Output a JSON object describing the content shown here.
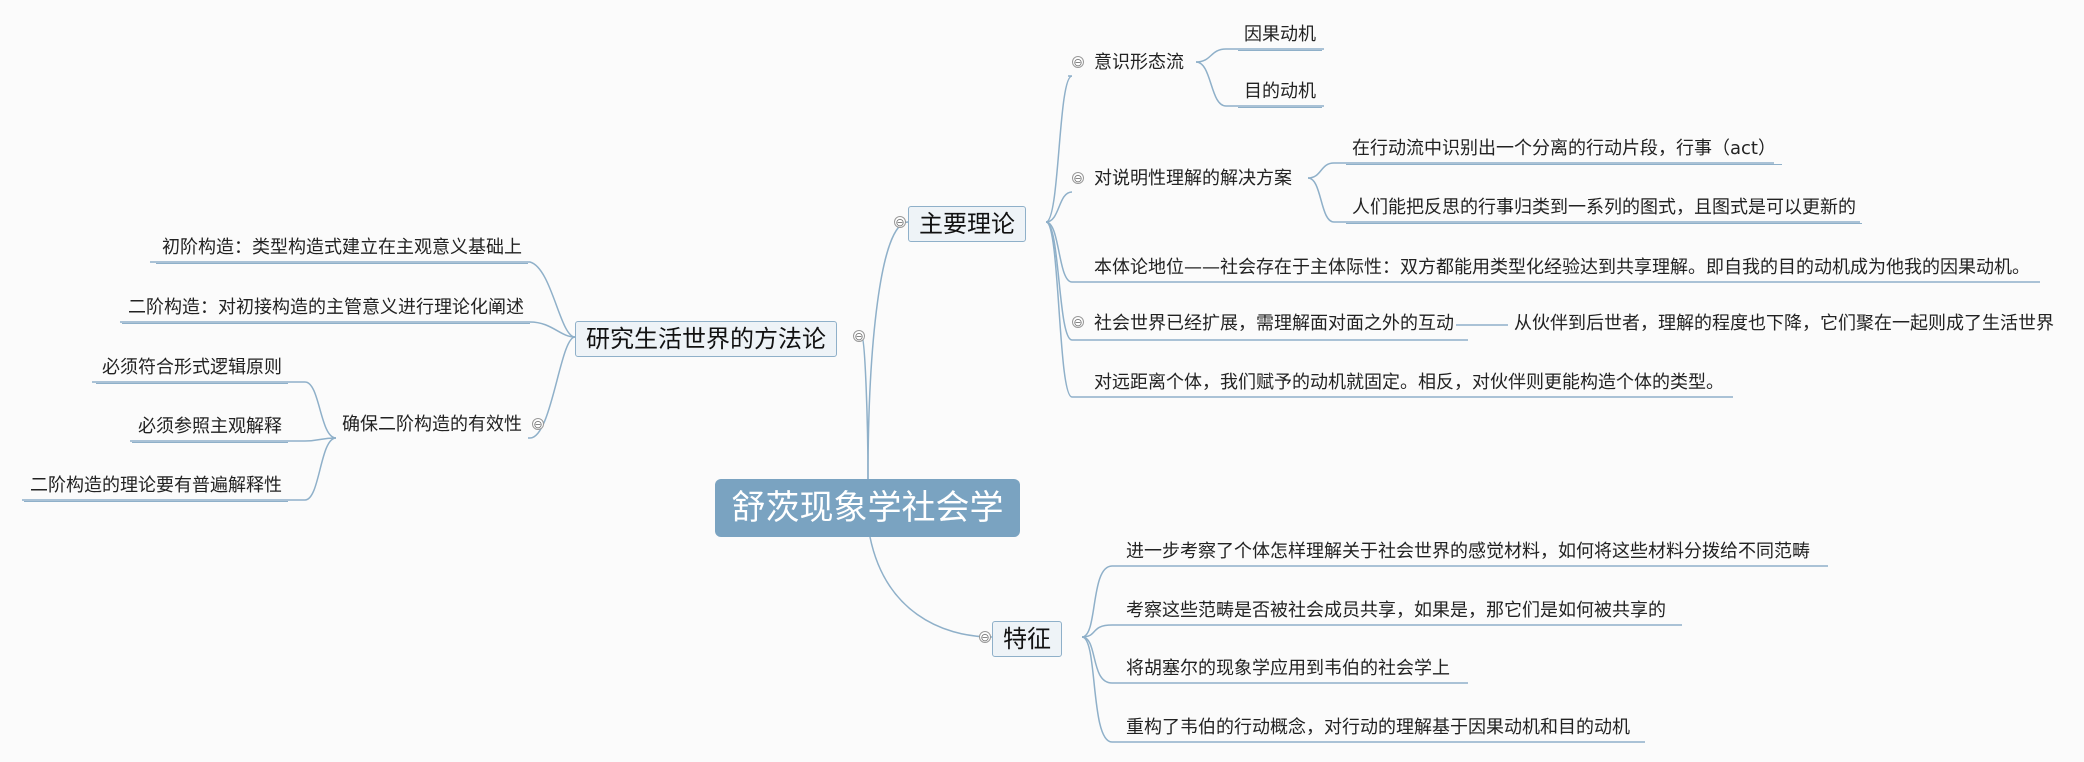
{
  "root": {
    "label": "舒茨现象学社会学"
  },
  "main_theory": {
    "label": "主要理论",
    "stream": {
      "label": "意识形态流",
      "children": [
        "因果动机",
        "目的动机"
      ]
    },
    "solution": {
      "label": "对说明性理解的解决方案",
      "children": [
        "在行动流中识别出一个分离的行动片段，行事（act）",
        "人们能把反思的行事归类到一系列的图式，且图式是可以更新的"
      ]
    },
    "ontology": "本体论地位——社会存在于主体际性：双方都能用类型化经验达到共享理解。即自我的目的动机成为他我的因果动机。",
    "expansion": {
      "label": "社会世界已经扩展，需理解面对面之外的互动",
      "children": [
        "从伙伴到后世者，理解的程度也下降，它们聚在一起则成了生活世界"
      ]
    },
    "distance": "对远距离个体，我们赋予的动机就固定。相反，对伙伴则更能构造个体的类型。"
  },
  "method": {
    "label": "研究生活世界的方法论",
    "first_order": "初阶构造：类型构造式建立在主观意义基础上",
    "second_order": "二阶构造：对初接构造的主管意义进行理论化阐述",
    "validity": {
      "label": "确保二阶构造的有效性",
      "children": [
        "必须符合形式逻辑原则",
        "必须参照主观解释",
        "二阶构造的理论要有普遍解释性"
      ]
    }
  },
  "features": {
    "label": "特征",
    "items": [
      "进一步考察了个体怎样理解关于社会世界的感觉材料，如何将这些材料分拨给不同范畴",
      "考察这些范畴是否被社会成员共享，如果是，那它们是如何被共享的",
      "将胡塞尔的现象学应用到韦伯的社会学上",
      "重构了韦伯的行动概念，对行动的理解基于因果动机和目的动机"
    ]
  },
  "collapse_symbol": "⊖",
  "colors": {
    "line": "#8fb0c9",
    "root": "#7aa3c1",
    "box": "#eef3f7"
  }
}
